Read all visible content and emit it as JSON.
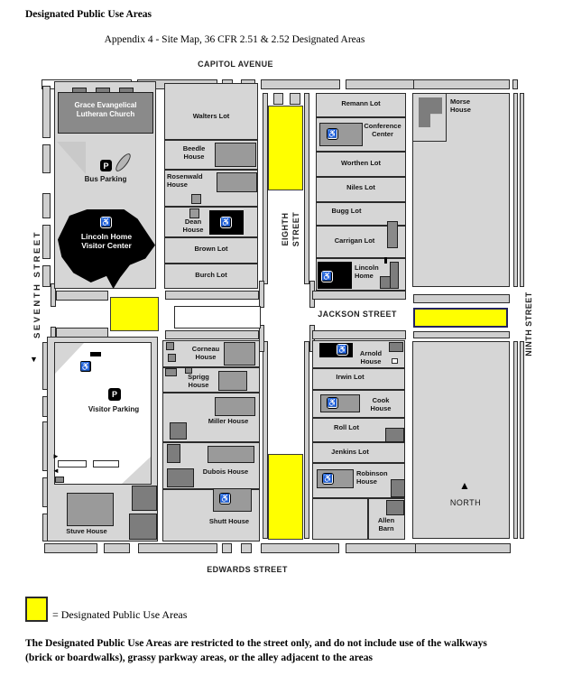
{
  "header": {
    "title": "Designated Public Use Areas",
    "subtitle": "Appendix 4 - Site Map, 36 CFR 2.51 & 2.52 Designated Areas"
  },
  "streets": {
    "capitol": "CAPITOL AVENUE",
    "jackson": "JACKSON STREET",
    "edwards": "EDWARDS STREET",
    "seventh": "SEVENTH STREET",
    "eighth": "EIGHTH STREET",
    "ninth": "NINTH STREET"
  },
  "icons": {
    "parking": "P",
    "accessible": "♿",
    "north_arrow": "▲",
    "south_arrow": "▼",
    "east_arrow": "►",
    "west_arrow": "◄"
  },
  "features": {
    "church": "Grace Evangelical\nLutheran Church",
    "bus_parking": "Bus Parking",
    "visitor_center": "Lincoln Home\nVisitor Center",
    "visitor_parking": "Visitor Parking",
    "stuve_house": "Stuve House",
    "walters_lot": "Walters Lot",
    "beedle_house": "Beedle\nHouse",
    "rosenwald_house": "Rosenwald\nHouse",
    "dean_house": "Dean\nHouse",
    "brown_lot": "Brown Lot",
    "burch_lot": "Burch Lot",
    "corneau_house": "Corneau\nHouse",
    "sprigg_house": "Sprigg\nHouse",
    "miller_house": "Miller House",
    "dubois_house": "Dubois House",
    "shutt_house": "Shutt House",
    "remann_lot": "Remann Lot",
    "conference_center": "Conference\nCenter",
    "worthen_lot": "Worthen Lot",
    "niles_lot": "Niles Lot",
    "bugg_lot": "Bugg Lot",
    "carrigan_lot": "Carrigan Lot",
    "lincoln_home": "Lincoln\nHome",
    "arnold_house": "Arnold\nHouse",
    "irwin_lot": "Irwin Lot",
    "cook_house": "Cook\nHouse",
    "roll_lot": "Roll Lot",
    "jenkins_lot": "Jenkins Lot",
    "robinson_house": "Robinson\nHouse",
    "allen_barn": "Allen\nBarn",
    "morse_house": "Morse\nHouse",
    "north": "NORTH"
  },
  "legend": {
    "label": "= Designated Public Use Areas",
    "swatch_color": "#ffff00"
  },
  "footer": {
    "line1": "The Designated Public Use Areas are restricted to the street only, and do not include use of the walkways",
    "line2": "(brick or boardwalks), grassy parkway areas, or the alley adjacent to the areas"
  },
  "colors": {
    "designated_area": "#ffff00",
    "block_fill": "#d6d6d6",
    "building_fill": "#9a9a9a",
    "dark_building_fill": "#7d7d7d",
    "black_building_fill": "#000000",
    "outline": "#2b2b2b"
  }
}
